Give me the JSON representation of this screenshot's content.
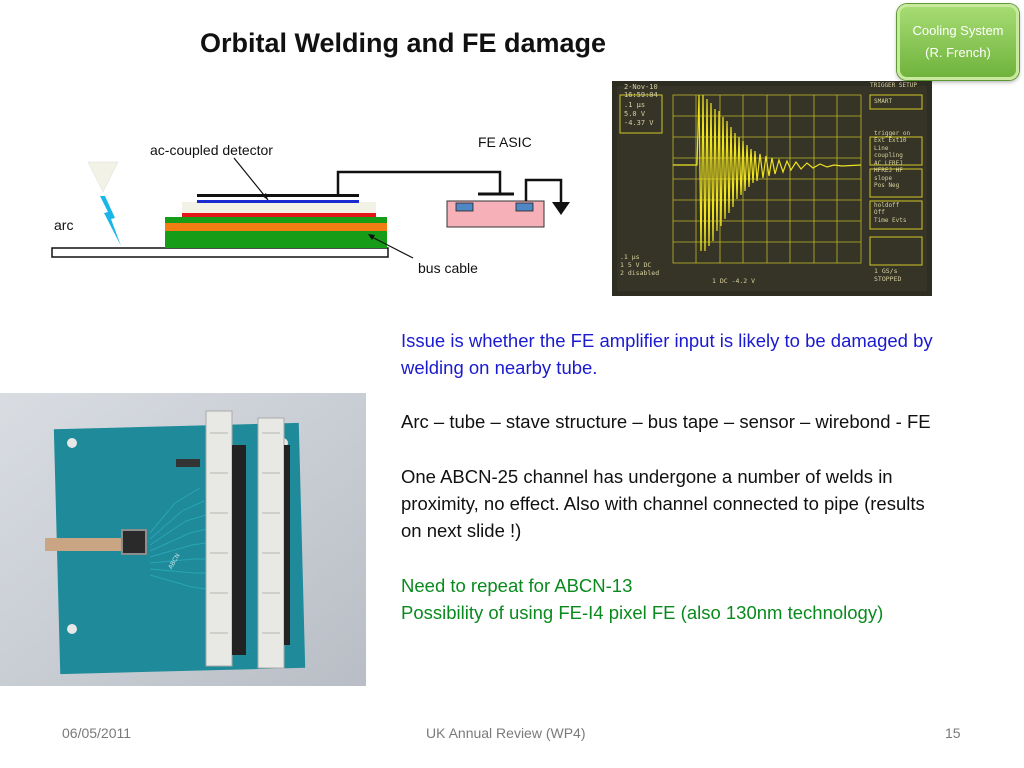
{
  "slide": {
    "title": "Orbital Welding and FE damage",
    "nav_button": {
      "line1": "Cooling System",
      "line2": "(R. French)"
    }
  },
  "diagram": {
    "labels": {
      "detector": "ac-coupled detector",
      "fe_asic": "FE ASIC",
      "arc": "arc",
      "bus_cable": "bus cable"
    }
  },
  "oscilloscope": {
    "header_left": [
      "2-Nov-10",
      "16:59:04"
    ],
    "settings_box": [
      ".1 μs",
      "5.0 V",
      "-4.37 V"
    ],
    "trigger_title": "TRIGGER SETUP",
    "menu": [
      "SMART",
      "trigger on",
      "Ext Ext10",
      "Line",
      "coupling",
      "AC LFREJ",
      "HFREJ HF",
      "slope",
      "Pos Neg",
      "holdoff",
      "Off",
      "Time Evts"
    ],
    "bottom_left": [
      ".1 μs",
      "1  5  V  DC",
      "2 disabled"
    ],
    "bottom_mid": "1  DC  -4.2 V",
    "bottom_right": [
      "1 GS/s",
      "STOPPED"
    ]
  },
  "board_photo": {
    "chip_text": "ABCN"
  },
  "body": {
    "issue": [
      "Issue is whether the FE amplifier input is likely to be damaged by",
      "welding on nearby tube."
    ],
    "chain": "Arc – tube – stave structure – bus tape – sensor – wirebond - FE",
    "abcn25": [
      "One ABCN-25 channel has undergone a number of welds in",
      "proximity, no effect. Also with channel connected to pipe (results",
      "on next slide !)"
    ],
    "repeat": "Need to repeat for ABCN-13",
    "possibility": "Possibility of using FE-I4 pixel FE (also 130nm technology)"
  },
  "footer": {
    "date": "06/05/2011",
    "center": "UK Annual Review (WP4)",
    "page": "15"
  },
  "colors": {
    "blue_text": "#1a1ad0",
    "green_text": "#0a8a1e",
    "scope_trace": "#e6dc1e",
    "nav_green": "#7dc24a"
  }
}
